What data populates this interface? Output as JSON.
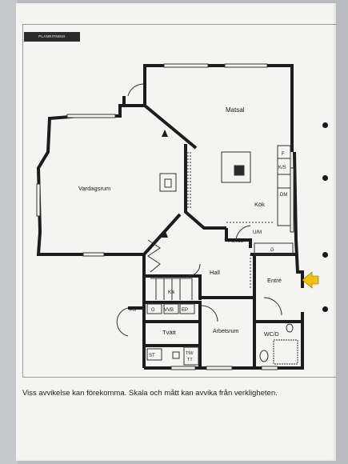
{
  "header": {
    "tab_label": "PLANRITNING"
  },
  "rooms": {
    "matsal": "Matsal",
    "vardagsrum": "Vardagsrum",
    "kok": "Kök",
    "forrad": "Förråd",
    "hall": "Hall",
    "entre": "Entré",
    "klk": "Klk",
    "tvatt": "Tvätt",
    "arbetsrum": "Arbetsrum",
    "wcd": "WC/D"
  },
  "fixtures": {
    "f": "F",
    "ks": "K/S",
    "dm": "DM",
    "um": "U/M",
    "g_kok": "G",
    "g_klk": "G",
    "vvb": "VVB",
    "ep": "EP",
    "fm": "FM",
    "st": "ST",
    "tmtt_top": "TM/",
    "tmtt_bottom": "TT"
  },
  "footer": {
    "disclaimer": "Viss avvikelse kan förekomma. Skala och mått kan avvika från verkligheten."
  },
  "colors": {
    "wall": "#1c1c1c",
    "entry_arrow": "#f2c200"
  }
}
